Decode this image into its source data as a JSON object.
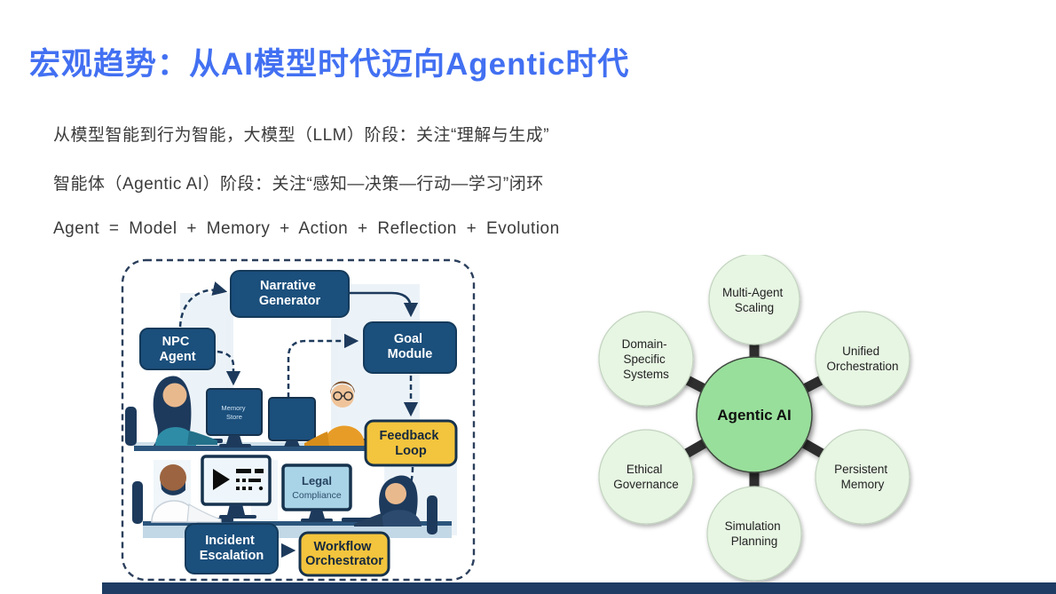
{
  "slide": {
    "title": "宏观趋势：从AI模型时代迈向Agentic时代",
    "bullets": [
      "从模型智能到行为智能，大模型（LLM）阶段：关注“理解与生成”",
      "智能体（Agentic AI）阶段：关注“感知—决策—行动—学习”闭环",
      "Agent = Model + Memory + Action + Reflection + Evolution"
    ]
  },
  "colors": {
    "title_blue": "#4270F2",
    "navy_box": "#1b4f7c",
    "yellow_box": "#f3c43d",
    "outline_navy": "#1d3a5c",
    "hub_center_green": "#98df9b",
    "hub_satellite_green": "#e7f5e3",
    "footer_navy": "#1e3c64"
  },
  "illustration": {
    "boxes": {
      "narrative_generator": {
        "lines": [
          "Narrative",
          "Generator"
        ]
      },
      "npc_agent": {
        "lines": [
          "NPC",
          "Agent"
        ]
      },
      "goal_module": {
        "lines": [
          "Goal",
          "Module"
        ]
      },
      "feedback_loop": {
        "lines": [
          "Feedback",
          "Loop"
        ]
      },
      "incident_escalation": {
        "lines": [
          "Incident",
          "Escalation"
        ]
      },
      "workflow_orchestrator": {
        "lines": [
          "Workflow",
          "Orchestrator"
        ]
      },
      "legal_compliance": {
        "lines": [
          "Legal",
          "Compliance"
        ]
      },
      "memory_store": {
        "lines": [
          "Memory",
          "Store"
        ]
      }
    }
  },
  "right_diagram": {
    "center": {
      "label": "Agentic AI"
    },
    "satellites": [
      {
        "lines": [
          "Multi-Agent",
          "Scaling"
        ]
      },
      {
        "lines": [
          "Domain-",
          "Specific",
          "Systems"
        ]
      },
      {
        "lines": [
          "Unified",
          "Orchestration"
        ]
      },
      {
        "lines": [
          "Ethical",
          "Governance"
        ]
      },
      {
        "lines": [
          "Persistent",
          "Memory"
        ]
      },
      {
        "lines": [
          "Simulation",
          "Planning"
        ]
      }
    ]
  }
}
